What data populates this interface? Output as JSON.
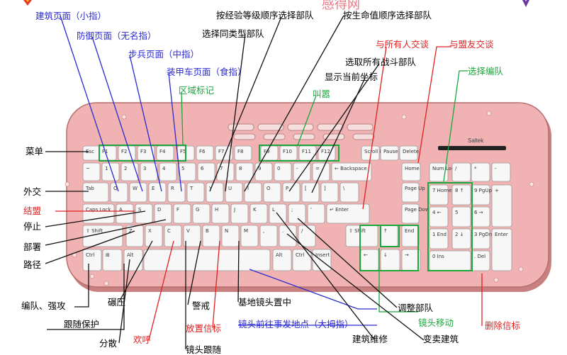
{
  "colors": {
    "black": "#111111",
    "blue": "#2a2ad0",
    "green": "#1aa83c",
    "red": "#e02020",
    "keyboard_body": "#f0b2b2",
    "keyboard_edge": "#c98080",
    "key_face": "#f7f7f7",
    "key_border": "#9a9a9a"
  },
  "watermark": "感得网",
  "keyboard": {
    "brand": "Saltek",
    "function_row": [
      "Esc",
      "F1",
      "F2",
      "F3",
      "F4",
      "F5",
      "F6",
      "F7",
      "F8",
      "F9",
      "F10",
      "F11",
      "F12",
      "Scroll Lock",
      "Pause Break",
      "Delete"
    ],
    "number_row": [
      "~",
      "1",
      "2",
      "3",
      "4",
      "5",
      "6",
      "7",
      "8",
      "9",
      "0",
      "-",
      "=",
      "← Backspace",
      "Home"
    ],
    "qwerty_row": [
      "Tab",
      "Q",
      "W",
      "E",
      "R",
      "T",
      "Y",
      "U",
      "I",
      "O",
      "P",
      "[",
      "]",
      "\\",
      "Page Up"
    ],
    "home_row": [
      "Caps Lock",
      "A",
      "S",
      "D",
      "F",
      "G",
      "H",
      "J",
      "K",
      "L",
      ";",
      "'",
      "↵ Enter",
      "Page Down"
    ],
    "shift_row": [
      "⇧ Shift",
      "Z",
      "X",
      "C",
      "V",
      "B",
      "N",
      "M",
      ",",
      ".",
      "/",
      "⇧ Shift",
      "↑",
      "End"
    ],
    "bottom_row": [
      "Ctrl",
      "⊞",
      "Alt",
      "",
      "Alt",
      "Ctrl",
      "Insert",
      "←",
      "↓",
      "→"
    ],
    "numpad": [
      "Num Lock",
      "/",
      "*",
      "-",
      "7 Home",
      "8 ↑",
      "9 PgUp",
      "+",
      "4 ←",
      "5",
      "6 →",
      "1 End",
      "2 ↓",
      "3 PgDn",
      "Enter",
      "0 Ins",
      ". Del"
    ]
  },
  "labels": {
    "top_buildings_small": "建筑页面（小指）",
    "top_defense": "防御页面（无名指）",
    "top_infantry": "步兵页面（中指）",
    "top_armor": "装甲车页面（食指）",
    "top_zone": "区域标记",
    "top_select_by_rank": "按经验等级顺序选择部队",
    "top_select_same_type": "选择同类型部队",
    "top_select_by_hp": "按生命值顺序选择部队",
    "top_select_all_combat": "选取所有战斗部队",
    "top_show_coords": "显示当前坐标",
    "top_call": "叫嚣",
    "top_all_chat": "与所有人交谈",
    "top_ally_chat": "与盟友交谈",
    "top_select_group": "选择编队",
    "left_menu": "菜单",
    "left_diplomacy": "外交",
    "left_alliance": "结盟",
    "left_stop": "停止",
    "left_deploy": "部署",
    "left_waypoint": "路径",
    "bottom_group_force": "编队、强攻",
    "bottom_guard_follow": "跟随保护",
    "bottom_crush": "碾压",
    "bottom_scatter": "分散",
    "bottom_cheer": "欢呼",
    "bottom_alert": "警戒",
    "bottom_place_beacon": "放置信标",
    "bottom_camera_follow": "镜头跟随",
    "bottom_base_camera": "基地镜头置中",
    "bottom_camera_event": "镜头前往事发地点（大拇指）",
    "bottom_repair": "建筑维修",
    "bottom_adjust_units": "调整部队",
    "bottom_sell": "变卖建筑",
    "bottom_camera_move": "镜头移动",
    "bottom_delete_beacon": "删除信标"
  }
}
